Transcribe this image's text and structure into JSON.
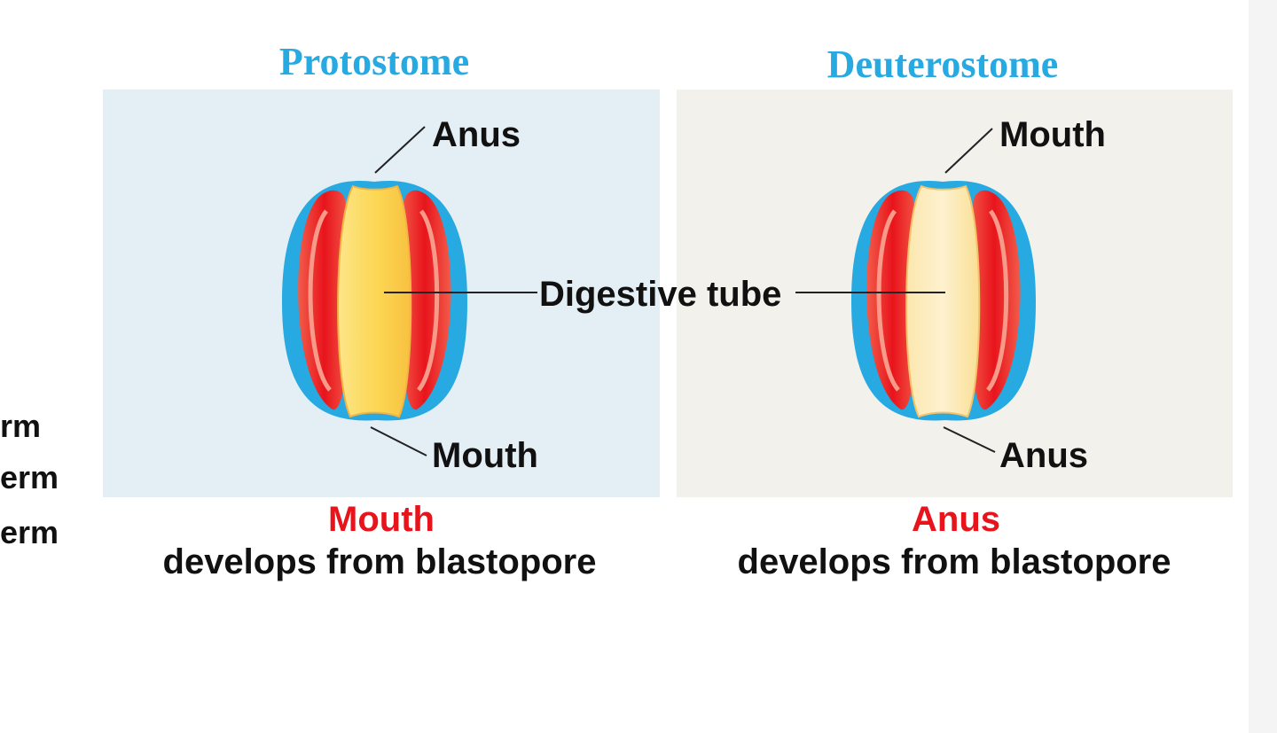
{
  "headers": {
    "protostome": "Protostome",
    "deuterostome": "Deuterostome"
  },
  "left_partial_labels": [
    "rm",
    "erm",
    "erm"
  ],
  "protostome": {
    "top_label": "Anus",
    "bottom_label": "Mouth",
    "caption_highlight": "Mouth",
    "caption_text": "develops from blastopore"
  },
  "deuterostome": {
    "top_label": "Mouth",
    "bottom_label": "Anus",
    "caption_highlight": "Anus",
    "caption_text": "develops from blastopore"
  },
  "shared_label": "Digestive tube",
  "colors": {
    "header": "#27aae1",
    "highlight": "#e8141c",
    "ectoderm": "#27aae1",
    "mesoderm": "#e8141c",
    "endoderm": "#fcd856"
  }
}
